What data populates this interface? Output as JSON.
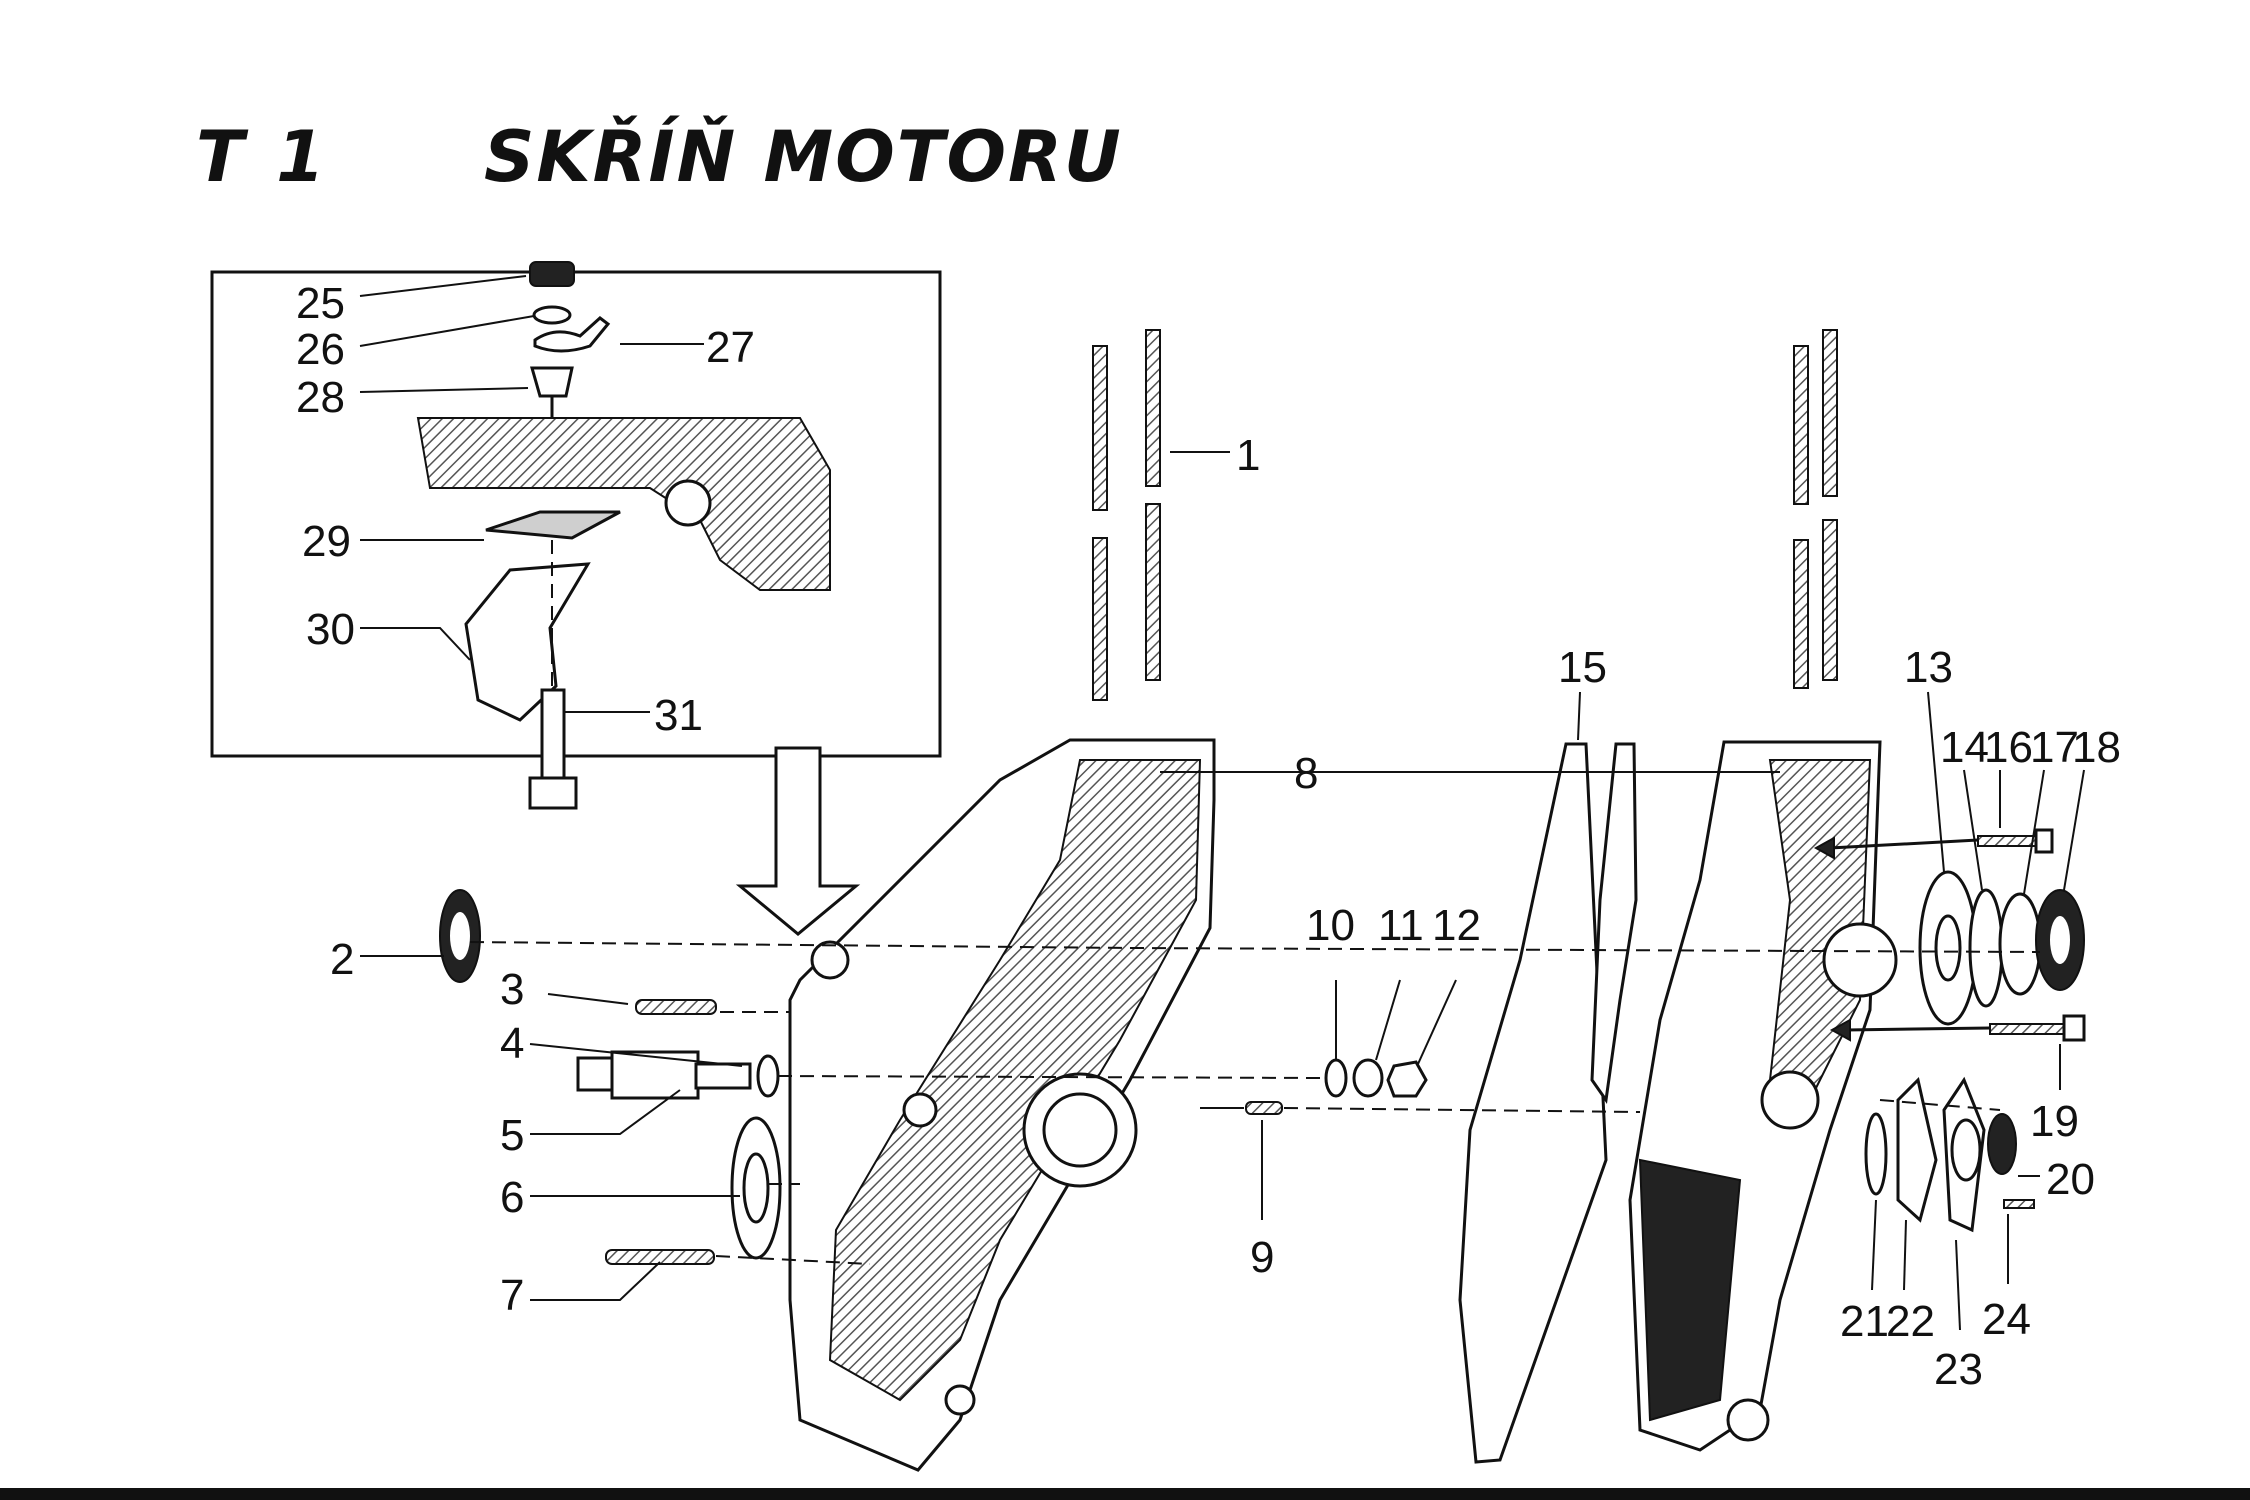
{
  "header": {
    "code": "T 1",
    "title": "SKŘÍŇ MOTORU"
  },
  "callouts": {
    "c1": "1",
    "c2": "2",
    "c3": "3",
    "c4": "4",
    "c5": "5",
    "c6": "6",
    "c7": "7",
    "c8": "8",
    "c9": "9",
    "c10": "10",
    "c11": "11",
    "c12": "12",
    "c13": "13",
    "c14": "14",
    "c15": "15",
    "c16": "16",
    "c17": "17",
    "c18": "18",
    "c19": "19",
    "c20": "20",
    "c21": "21",
    "c22": "22",
    "c23": "23",
    "c24": "24",
    "c25": "25",
    "c26": "26",
    "c27": "27",
    "c28": "28",
    "c29": "29",
    "c30": "30",
    "c31": "31"
  }
}
